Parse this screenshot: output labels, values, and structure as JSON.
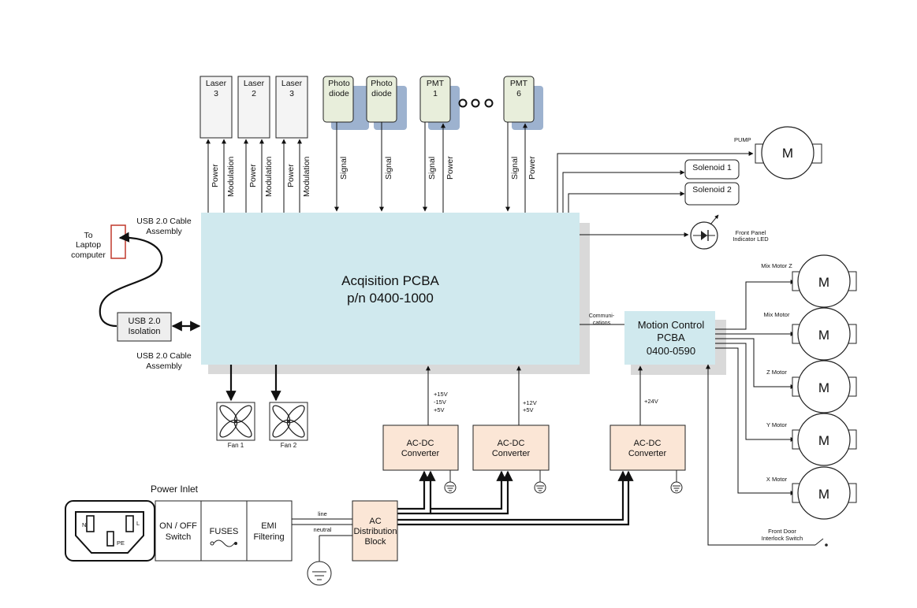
{
  "lasers": [
    {
      "line1": "Laser",
      "line2": "3"
    },
    {
      "line1": "Laser",
      "line2": "2"
    },
    {
      "line1": "Laser",
      "line2": "3"
    }
  ],
  "laser_signals": [
    "Power",
    "Modulation"
  ],
  "detectors": [
    {
      "line1": "Photo",
      "line2": "diode",
      "signals": [
        "Signal"
      ]
    },
    {
      "line1": "Photo",
      "line2": "diode",
      "signals": [
        "Signal"
      ]
    },
    {
      "line1": "PMT",
      "line2": "1",
      "signals": [
        "Signal",
        "Power"
      ]
    },
    {
      "line1": "PMT",
      "line2": "6",
      "signals": [
        "Signal",
        "Power"
      ]
    }
  ],
  "acq": {
    "line1": "Acqisition PCBA",
    "line2": "p/n 0400-1000"
  },
  "motion": {
    "line1": "Motion Control",
    "line2": "PCBA",
    "line3": "0400-0590"
  },
  "communications": {
    "line1": "Communi-",
    "line2": "cations"
  },
  "usb_top": {
    "line1": "USB 2.0  Cable",
    "line2": "Assembly"
  },
  "usb_bottom": {
    "line1": "USB 2.0  Cable",
    "line2": "Assembly"
  },
  "laptop": {
    "line1": "To",
    "line2": "Laptop",
    "line3": "computer"
  },
  "usb_iso": {
    "line1": "USB 2.0",
    "line2": "Isolation"
  },
  "fans": [
    "Fan 1",
    "Fan 2"
  ],
  "pump": {
    "label": "PUMP",
    "symbol": "M"
  },
  "solenoids": [
    "Solenoid 1",
    "Solenoid 2"
  ],
  "led": {
    "line1": "Front Panel",
    "line2": "Indicator LED"
  },
  "motors": [
    {
      "label": "Mix Motor Z",
      "symbol": "M"
    },
    {
      "label": "Mix Motor",
      "symbol": "M"
    },
    {
      "label": "Z Motor",
      "symbol": "M"
    },
    {
      "label": "Y Motor",
      "symbol": "M"
    },
    {
      "label": "X Motor",
      "symbol": "M"
    }
  ],
  "door": {
    "line1": "Front Door",
    "line2": "Interlock Switch"
  },
  "converters": [
    {
      "line1": "AC-DC",
      "line2": "Converter",
      "voltages": [
        "+15V",
        "-15V",
        "+5V"
      ]
    },
    {
      "line1": "AC-DC",
      "line2": "Converter",
      "voltages": [
        "+12V",
        "+5V"
      ]
    },
    {
      "line1": "AC-DC",
      "line2": "Converter",
      "voltages": [
        "+24V"
      ]
    }
  ],
  "power_inlet": {
    "title": "Power Inlet",
    "pins": [
      "N",
      "L",
      "PE"
    ],
    "switch": {
      "line1": "ON / OFF",
      "line2": "Switch"
    },
    "fuses": "FUSES",
    "emi": {
      "line1": "EMI",
      "line2": "Filtering"
    }
  },
  "line_labels": [
    "line",
    "neutral"
  ],
  "ac_block": {
    "line1": "AC",
    "line2": "Distribution",
    "line3": "Block"
  },
  "colors": {
    "acq_fill": "#d0e9ee",
    "shadow": "#d9d9d9",
    "detector_fill": "#e8eedb",
    "detector_shadow": "#9db2cf",
    "converter_fill": "#fbe6d6",
    "usb_marker": "#c0392b"
  }
}
